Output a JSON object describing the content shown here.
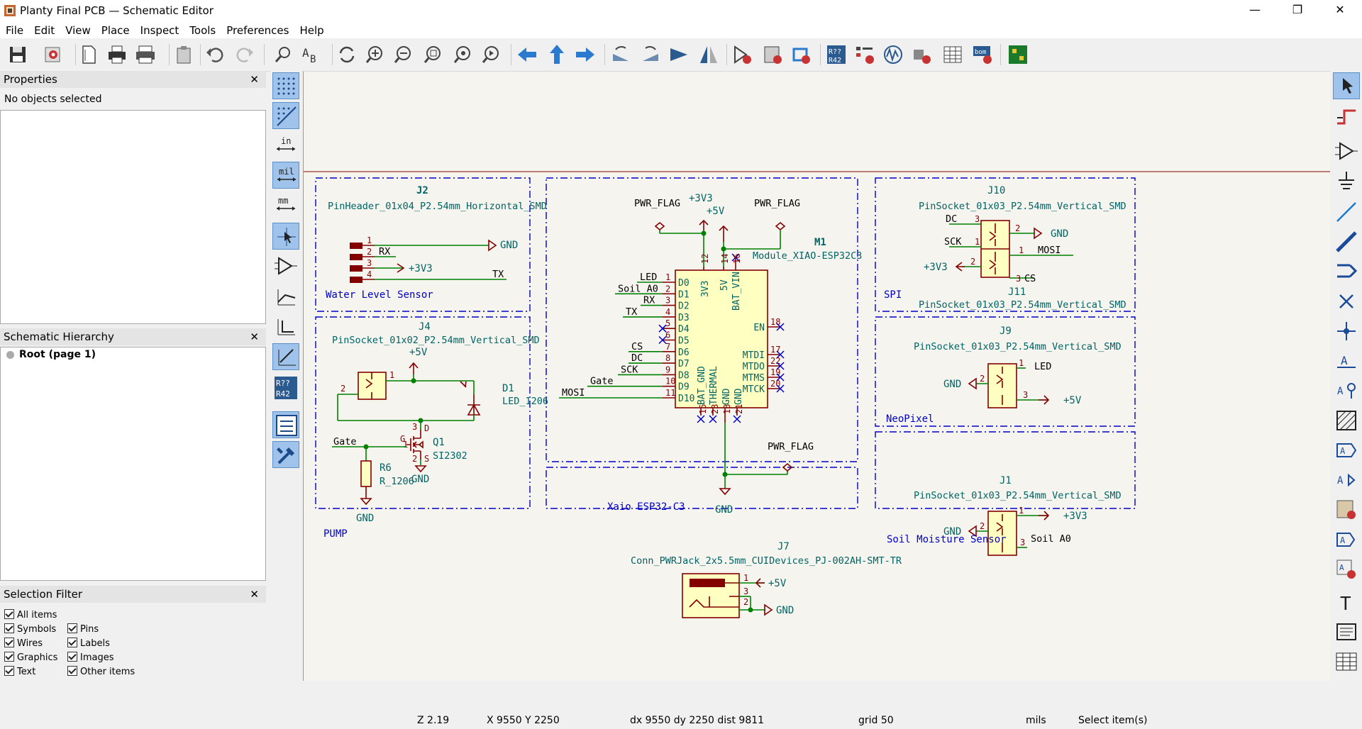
{
  "window": {
    "title": "Planty Final PCB — Schematic Editor",
    "minimize": "—",
    "maximize": "❐",
    "close": "✕"
  },
  "menu": [
    "File",
    "Edit",
    "View",
    "Place",
    "Inspect",
    "Tools",
    "Preferences",
    "Help"
  ],
  "properties": {
    "title": "Properties",
    "status": "No objects selected"
  },
  "hierarchy": {
    "title": "Schematic Hierarchy",
    "root": "Root (page 1)"
  },
  "selection_filter": {
    "title": "Selection Filter",
    "items": [
      "All items",
      "Symbols",
      "Pins",
      "Wires",
      "Labels",
      "Graphics",
      "Images",
      "Text",
      "Other items"
    ]
  },
  "statusbar": {
    "zoom": "Z 2.19",
    "coords": "X 9550  Y 2250",
    "delta": "dx 9550  dy 2250  dist 9811",
    "grid": "grid 50",
    "units": "mils",
    "mode": "Select item(s)"
  },
  "left_toolbar": {
    "inch": "in",
    "mil": "mil",
    "mm": "mm",
    "annotate_top": "R??",
    "annotate_bottom": "R42"
  },
  "schematic": {
    "j2": {
      "ref": "J2",
      "value": "PinHeader_01x04_P2.54mm_Horizontal_SMD",
      "pins": [
        "1",
        "2",
        "3",
        "4"
      ],
      "block_label": "Water Level Sensor",
      "rx": "RX",
      "tx": "TX",
      "gnd": "GND",
      "v33": "+3V3"
    },
    "j4": {
      "ref": "J4",
      "value": "PinSocket_01x02_P2.54mm_Vertical_SMD",
      "v5": "+5V",
      "pin1": "1",
      "pin2": "2"
    },
    "d1": {
      "ref": "D1",
      "value": "LED_1206"
    },
    "q1": {
      "ref": "Q1",
      "value": "SI2302",
      "d": "D",
      "g": "G",
      "s": "S",
      "p3": "3",
      "p1": "1",
      "p2": "2"
    },
    "r6": {
      "ref": "R6",
      "value": "R_1206"
    },
    "pump": {
      "block_label": "PUMP",
      "gate": "Gate",
      "gnd1": "GND",
      "gnd2": "GND"
    },
    "m1": {
      "ref": "M1",
      "value": "Module_XIAO-ESP32C3",
      "left_pins": [
        {
          "num": "1",
          "name": "D0",
          "net": "LED"
        },
        {
          "num": "2",
          "name": "D1",
          "net": "Soil A0"
        },
        {
          "num": "3",
          "name": "D2",
          "net": "RX"
        },
        {
          "num": "4",
          "name": "D3",
          "net": "TX"
        },
        {
          "num": "5",
          "name": "D4",
          "net": ""
        },
        {
          "num": "6",
          "name": "D5",
          "net": ""
        },
        {
          "num": "7",
          "name": "D6",
          "net": "CS"
        },
        {
          "num": "8",
          "name": "D7",
          "net": "DC"
        },
        {
          "num": "9",
          "name": "D8",
          "net": "SCK"
        },
        {
          "num": "10",
          "name": "D9",
          "net": "Gate"
        },
        {
          "num": "11",
          "name": "D10",
          "net": "MOSI"
        }
      ],
      "right_pins": [
        {
          "num": "18",
          "name": "EN"
        },
        {
          "num": "17",
          "name": "MTDI"
        },
        {
          "num": "22",
          "name": "MTDO"
        },
        {
          "num": "19",
          "name": "MTMS"
        },
        {
          "num": "20",
          "name": "MTCK"
        }
      ],
      "top_pins": [
        {
          "num": "12",
          "name": "3V3"
        },
        {
          "num": "14",
          "name": "5V"
        },
        {
          "num": "16",
          "name": "BAT_VIN"
        }
      ],
      "bottom_pins": [
        {
          "num": "15",
          "name": "BAT_GND"
        },
        {
          "num": "23",
          "name": "THERMAL"
        },
        {
          "num": "13",
          "name": "GND"
        },
        {
          "num": "21",
          "name": "GND"
        }
      ],
      "block_label": "Xaio ESP32-C3",
      "pwr_flag": "PWR_FLAG",
      "v33": "+3V3",
      "v5": "+5V",
      "gnd": "GND"
    },
    "j7": {
      "ref": "J7",
      "value": "Conn_PWRJack_2x5.5mm_CUIDevices_PJ-002AH-SMT-TR",
      "p1": "1",
      "p3": "3",
      "p2": "2",
      "v5": "+5V",
      "gnd": "GND"
    },
    "j10": {
      "ref": "J10",
      "value": "PinSocket_01x03_P2.54mm_Vertical_SMD",
      "dc": "DC",
      "sck": "SCK",
      "gnd": "GND",
      "p3": "3",
      "p1": "1",
      "p2": "2"
    },
    "j11": {
      "ref": "J11",
      "value": "PinSocket_01x03_P2.54mm_Vertical_SMD",
      "mosi": "MOSI",
      "cs": "CS",
      "v33": "+3V3",
      "p1": "1",
      "p2": "2",
      "p3": "3"
    },
    "spi": {
      "block_label": "SPI"
    },
    "j9": {
      "ref": "J9",
      "value": "PinSocket_01x03_P2.54mm_Vertical_SMD",
      "led": "LED",
      "gnd": "GND",
      "v5": "+5V",
      "p1": "1",
      "p2": "2",
      "p3": "3",
      "block_label": "NeoPixel"
    },
    "j1": {
      "ref": "J1",
      "value": "PinSocket_01x03_P2.54mm_Vertical_SMD",
      "v33": "+3V3",
      "gnd": "GND",
      "soil": "Soil A0",
      "p1": "1",
      "p2": "2",
      "p3": "3",
      "block_label": "Soil Moisture Sensor"
    }
  },
  "colors": {
    "wire": "#008000",
    "symbol": "#840000",
    "body_fill": "#ffffc2",
    "ref_text": "#006464",
    "frame": "#0000c8",
    "canvas": "#f5f4ef"
  }
}
